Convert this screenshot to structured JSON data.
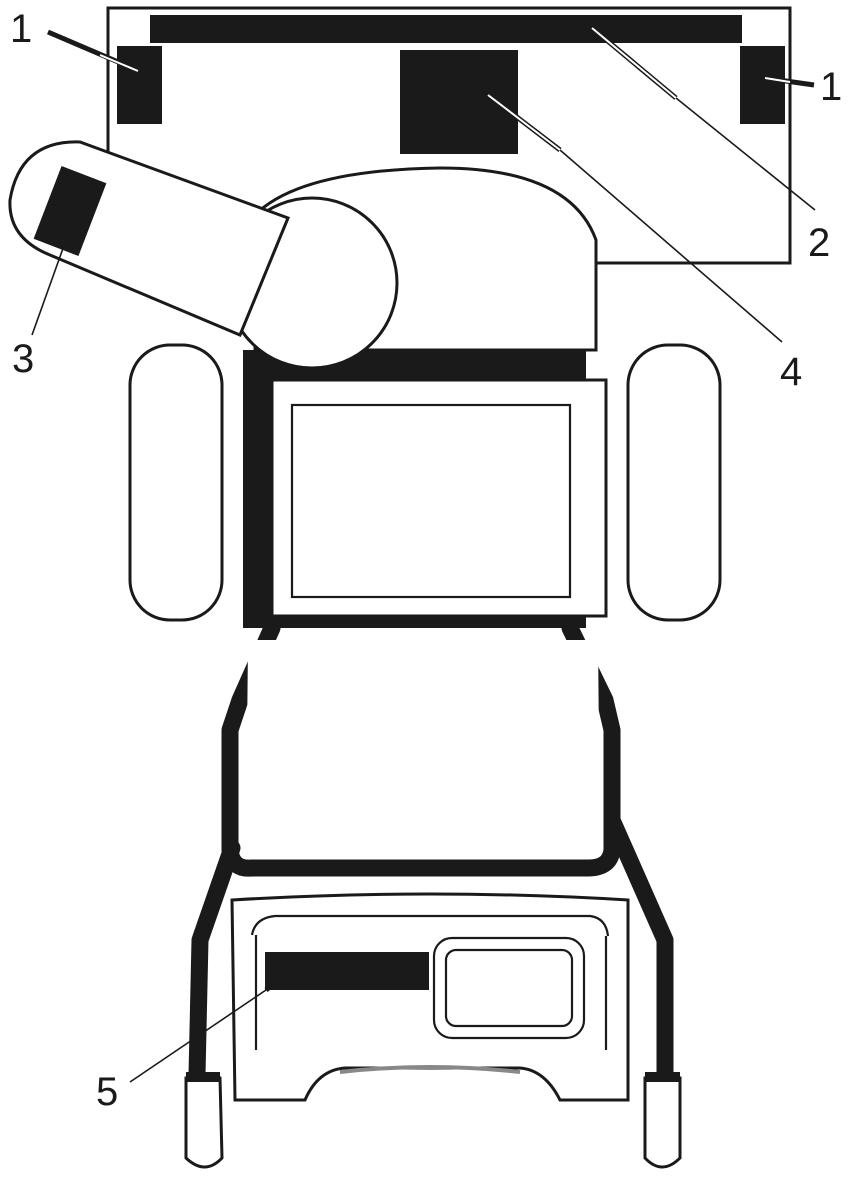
{
  "callouts": [
    {
      "id": "c1a",
      "label": "1"
    },
    {
      "id": "c1b",
      "label": "1"
    },
    {
      "id": "c2",
      "label": "2"
    },
    {
      "id": "c3",
      "label": "3"
    },
    {
      "id": "c4",
      "label": "4"
    },
    {
      "id": "c5",
      "label": "5"
    }
  ],
  "colors": {
    "ink": "#1a1a1a",
    "paper": "#ffffff",
    "floor_shade": "#888888"
  }
}
